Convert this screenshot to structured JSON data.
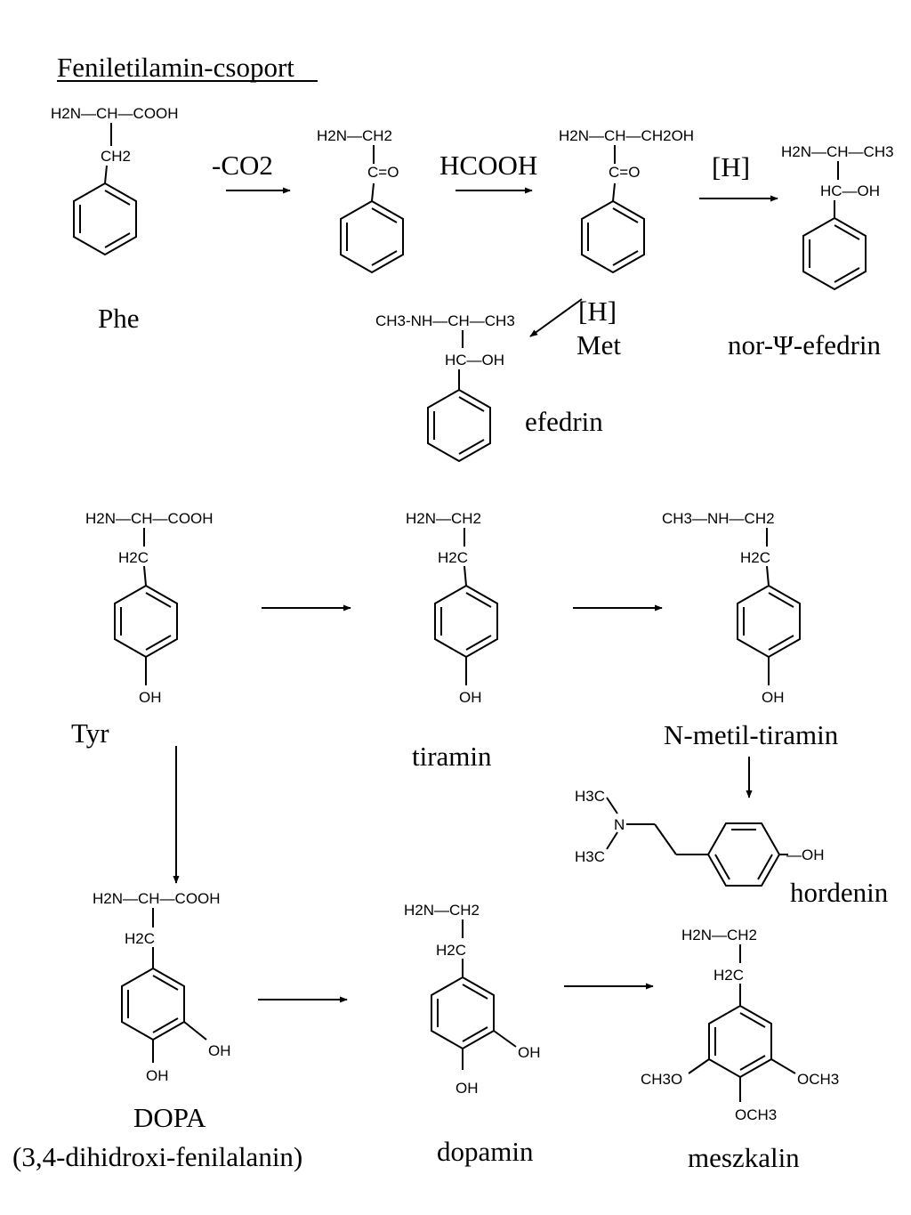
{
  "title": "Feniletilamin-csoport",
  "compounds": {
    "phe": {
      "name": "Phe",
      "line1": "H2N—CH—COOH",
      "ch2": "CH2"
    },
    "c2": {
      "line1": "H2N—CH2",
      "co": "C=O"
    },
    "c3": {
      "line1": "H2N—CH—CH2OH",
      "co": "C=O"
    },
    "norpse": {
      "name": "nor-Ψ-efedrin",
      "line1": "H2N—CH—CH3",
      "hc": "HC—OH"
    },
    "efedrin": {
      "name": "efedrin",
      "line1": "CH3-NH—CH—CH3",
      "hc": "HC—OH"
    },
    "tyr": {
      "name": "Tyr",
      "line1": "H2N—CH—COOH",
      "h2c": "H2C",
      "oh": "OH"
    },
    "tiramin": {
      "name": "tiramin",
      "line1": "H2N—CH2",
      "h2c": "H2C",
      "oh": "OH"
    },
    "nmetil": {
      "name": "N-metil-tiramin",
      "line1": "CH3—NH—CH2",
      "h2c": "H2C",
      "oh": "OH"
    },
    "hordenin": {
      "name": "hordenin",
      "me1": "H3C",
      "n": "N",
      "me2": "H3C",
      "oh": "—OH"
    },
    "dopa": {
      "name": "DOPA",
      "fullname": "(3,4-dihidroxi-fenilalanin)",
      "line1": "H2N—CH—COOH",
      "h2c": "H2C",
      "oh3": "OH",
      "oh4": "OH"
    },
    "dopamin": {
      "name": "dopamin",
      "line1": "H2N—CH2",
      "h2c": "H2C",
      "oh3": "OH",
      "oh4": "OH"
    },
    "meszkalin": {
      "name": "meszkalin",
      "line1": "H2N—CH2",
      "h2c": "H2C",
      "ome3": "CH3O",
      "ome5": "OCH3",
      "ome4": "OCH3"
    }
  },
  "reagents": {
    "decarb": "-CO2",
    "hcooh": "HCOOH",
    "red1": "[H]",
    "red2": "[H]",
    "met": "Met"
  }
}
